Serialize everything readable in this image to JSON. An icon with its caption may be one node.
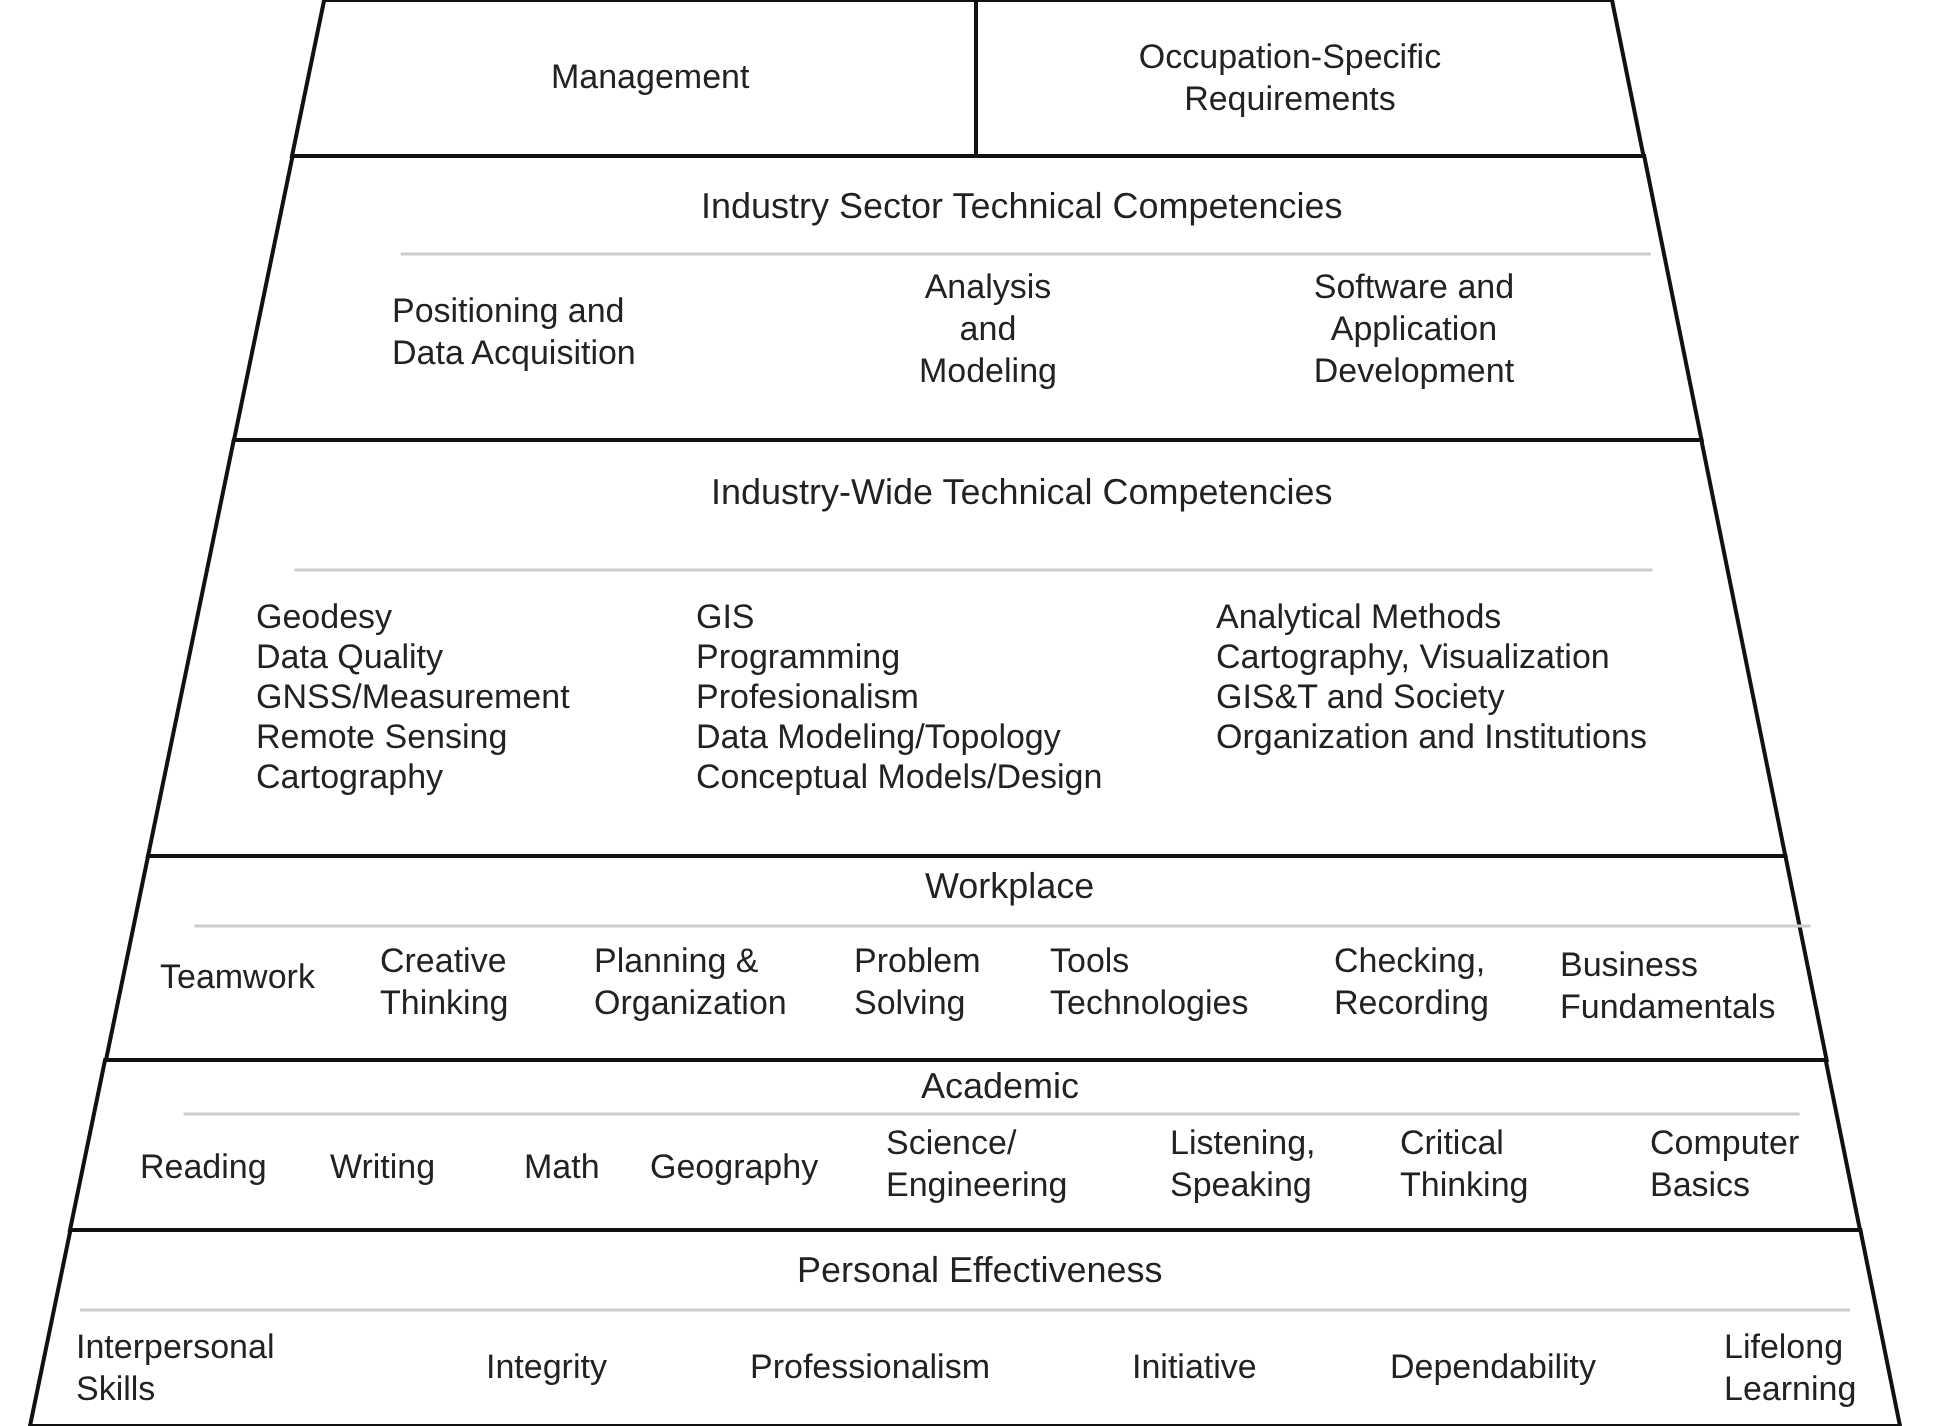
{
  "diagram": {
    "nodes": [
      {
        "text": [
          "Management"
        ]
      },
      {
        "text": [
          "Occupation-Specific Requirements"
        ]
      },
      {
        "text": [
          "Industry Sector Technical Competencies",
          "Positioning and Data Acquisition",
          "Analysis and Modeling",
          "Software and Application Development"
        ]
      },
      {
        "text": [
          "Industry-Wide Technical Competencies",
          "Geodesy",
          "Data Quality",
          "GNSS/Measurement",
          "Remote Sensing",
          "Cartography",
          "GIS",
          "Programming",
          "Profesionalism",
          "Data Modeling/Topology",
          "Conceptual Models/Design",
          "Analytical Methods",
          "Cartography, Visualization",
          "GIS&T and Society",
          "Organization and Institutions"
        ]
      },
      {
        "text": [
          "Workplace",
          "Teamwork",
          "Creative Thinking",
          "Planning & Organization",
          "Problem Solving",
          "Tools Technologies",
          "Checking, Recording",
          "Business Fundamentals"
        ]
      },
      {
        "text": [
          "Academic",
          "Reading",
          "Writing",
          "Math",
          "Geography",
          "Science/ Engineering",
          "Listening, Speaking",
          "Critical Thinking",
          "Computer Basics"
        ]
      },
      {
        "text": [
          "Personal Effectiveness",
          "Interpersonal Skills",
          "Integrity",
          "Professionalism",
          "Initiative",
          "Dependability",
          "Lifelong Learning"
        ]
      }
    ]
  }
}
